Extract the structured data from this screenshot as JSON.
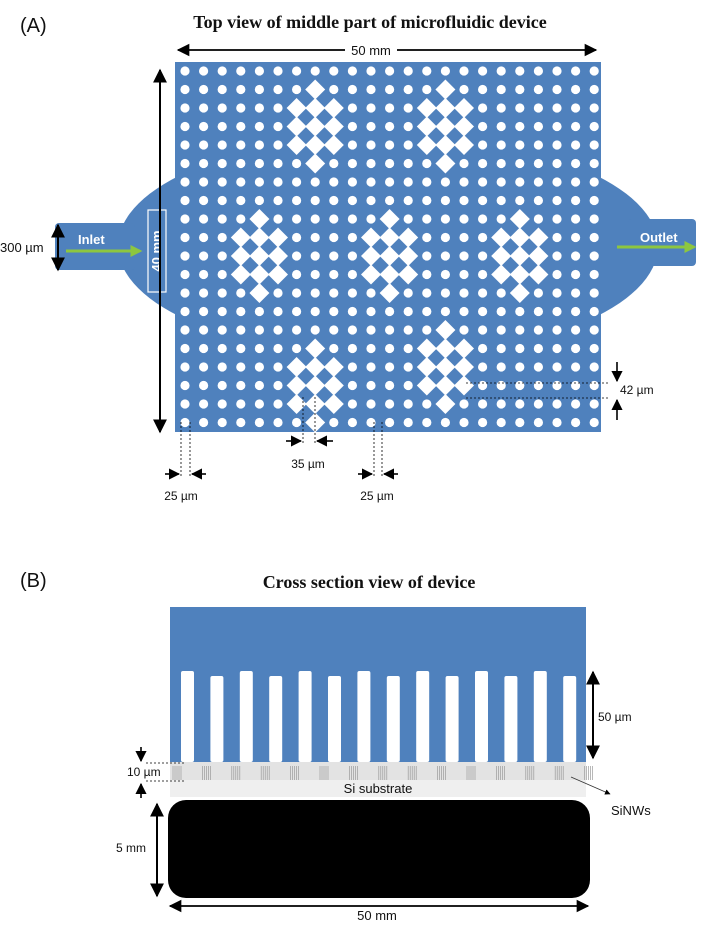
{
  "panel_a": {
    "letter": "(A)",
    "title": "Top view of middle part of microfluidic device",
    "width_label": "50 mm",
    "height_label": "40 mm",
    "inlet_width_label": "300 µm",
    "inlet_label": "Inlet",
    "outlet_label": "Outlet",
    "pillar_gap_label": "42 µm",
    "pillar_diameter_label": "35 µm",
    "edge_gap_left_label": "25 µm",
    "edge_gap_mid_label": "25 µm"
  },
  "panel_b": {
    "letter": "(B)",
    "title": "Cross section view of device",
    "pillar_height_label": "50 µm",
    "nanowire_height_label": "10 µm",
    "substrate_label": "Si substrate",
    "nanowire_label": "SiNWs",
    "base_thickness_label": "5 mm",
    "base_width_label": "50 mm"
  },
  "colors": {
    "device_blue": "#4f81bd",
    "arrow_green": "#8dc63f",
    "pillar_white": "#ffffff",
    "base_black": "#000000",
    "substrate_gray": "#e6e6e6"
  }
}
